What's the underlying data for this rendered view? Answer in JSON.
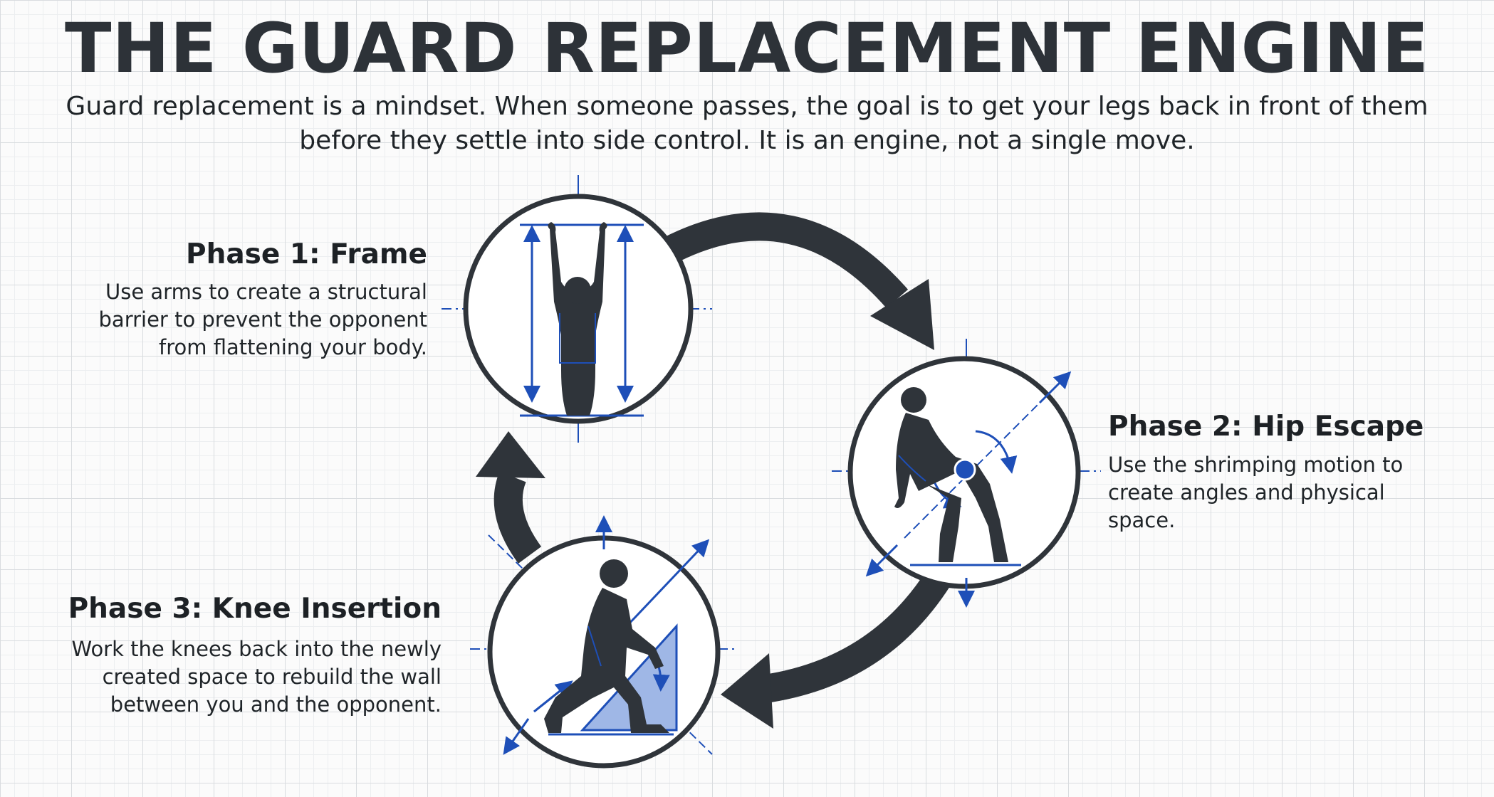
{
  "title": "THE GUARD REPLACEMENT ENGINE",
  "intro": "Guard replacement is a mindset. When someone passes, the goal is to get your legs back in front of them before they settle into side control. It is an engine, not a single move.",
  "phases": [
    {
      "title": "Phase 1: Frame",
      "description": "Use arms to create a structural barrier to prevent the opponent from flattening your body."
    },
    {
      "title": "Phase 2: Hip Escape",
      "description": "Use the shrimping motion to create angles and physical space."
    },
    {
      "title": "Phase 3: Knee Insertion",
      "description": "Work the knees back into the newly created space to rebuild the wall between you and the opponent."
    }
  ],
  "colors": {
    "dark": "#2f343a",
    "accent": "#1e4fb8",
    "accent_fill": "#9fb7e6"
  }
}
